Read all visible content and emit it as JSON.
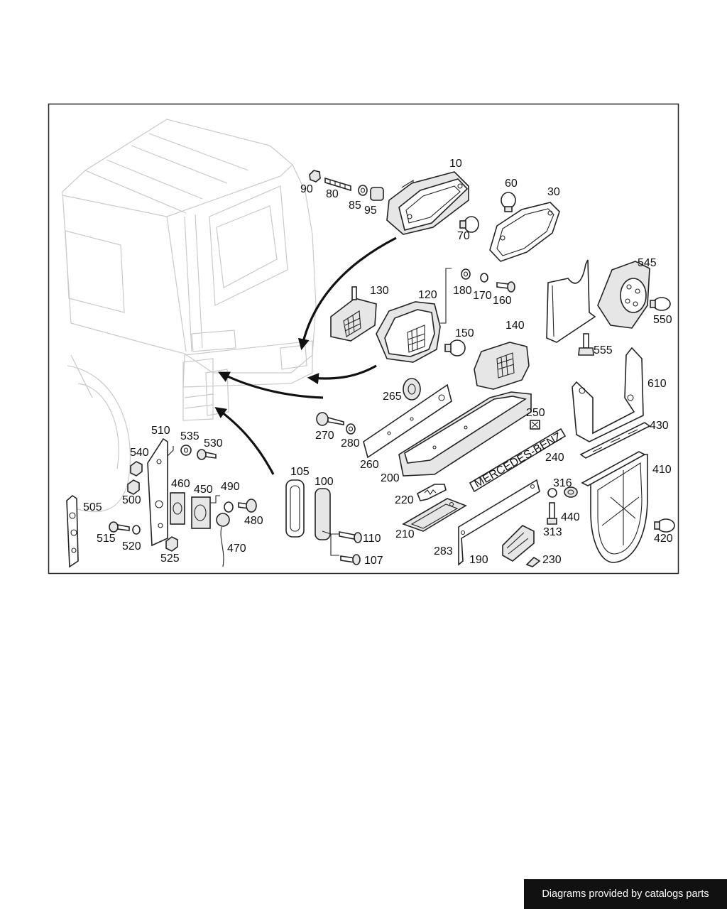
{
  "labels": [
    "10",
    "30",
    "60",
    "70",
    "80",
    "85",
    "90",
    "95",
    "100",
    "105",
    "107",
    "110",
    "120",
    "130",
    "140",
    "150",
    "160",
    "170",
    "180",
    "190",
    "200",
    "210",
    "220",
    "230",
    "240",
    "250",
    "260",
    "265",
    "270",
    "280",
    "283",
    "313",
    "316",
    "410",
    "420",
    "430",
    "440",
    "450",
    "460",
    "470",
    "480",
    "490",
    "500",
    "505",
    "510",
    "515",
    "520",
    "525",
    "530",
    "535",
    "540",
    "545",
    "550",
    "555",
    "610"
  ],
  "plate_text": "MERCEDES-BENZ",
  "credit": "Diagrams provided by catalogs parts"
}
